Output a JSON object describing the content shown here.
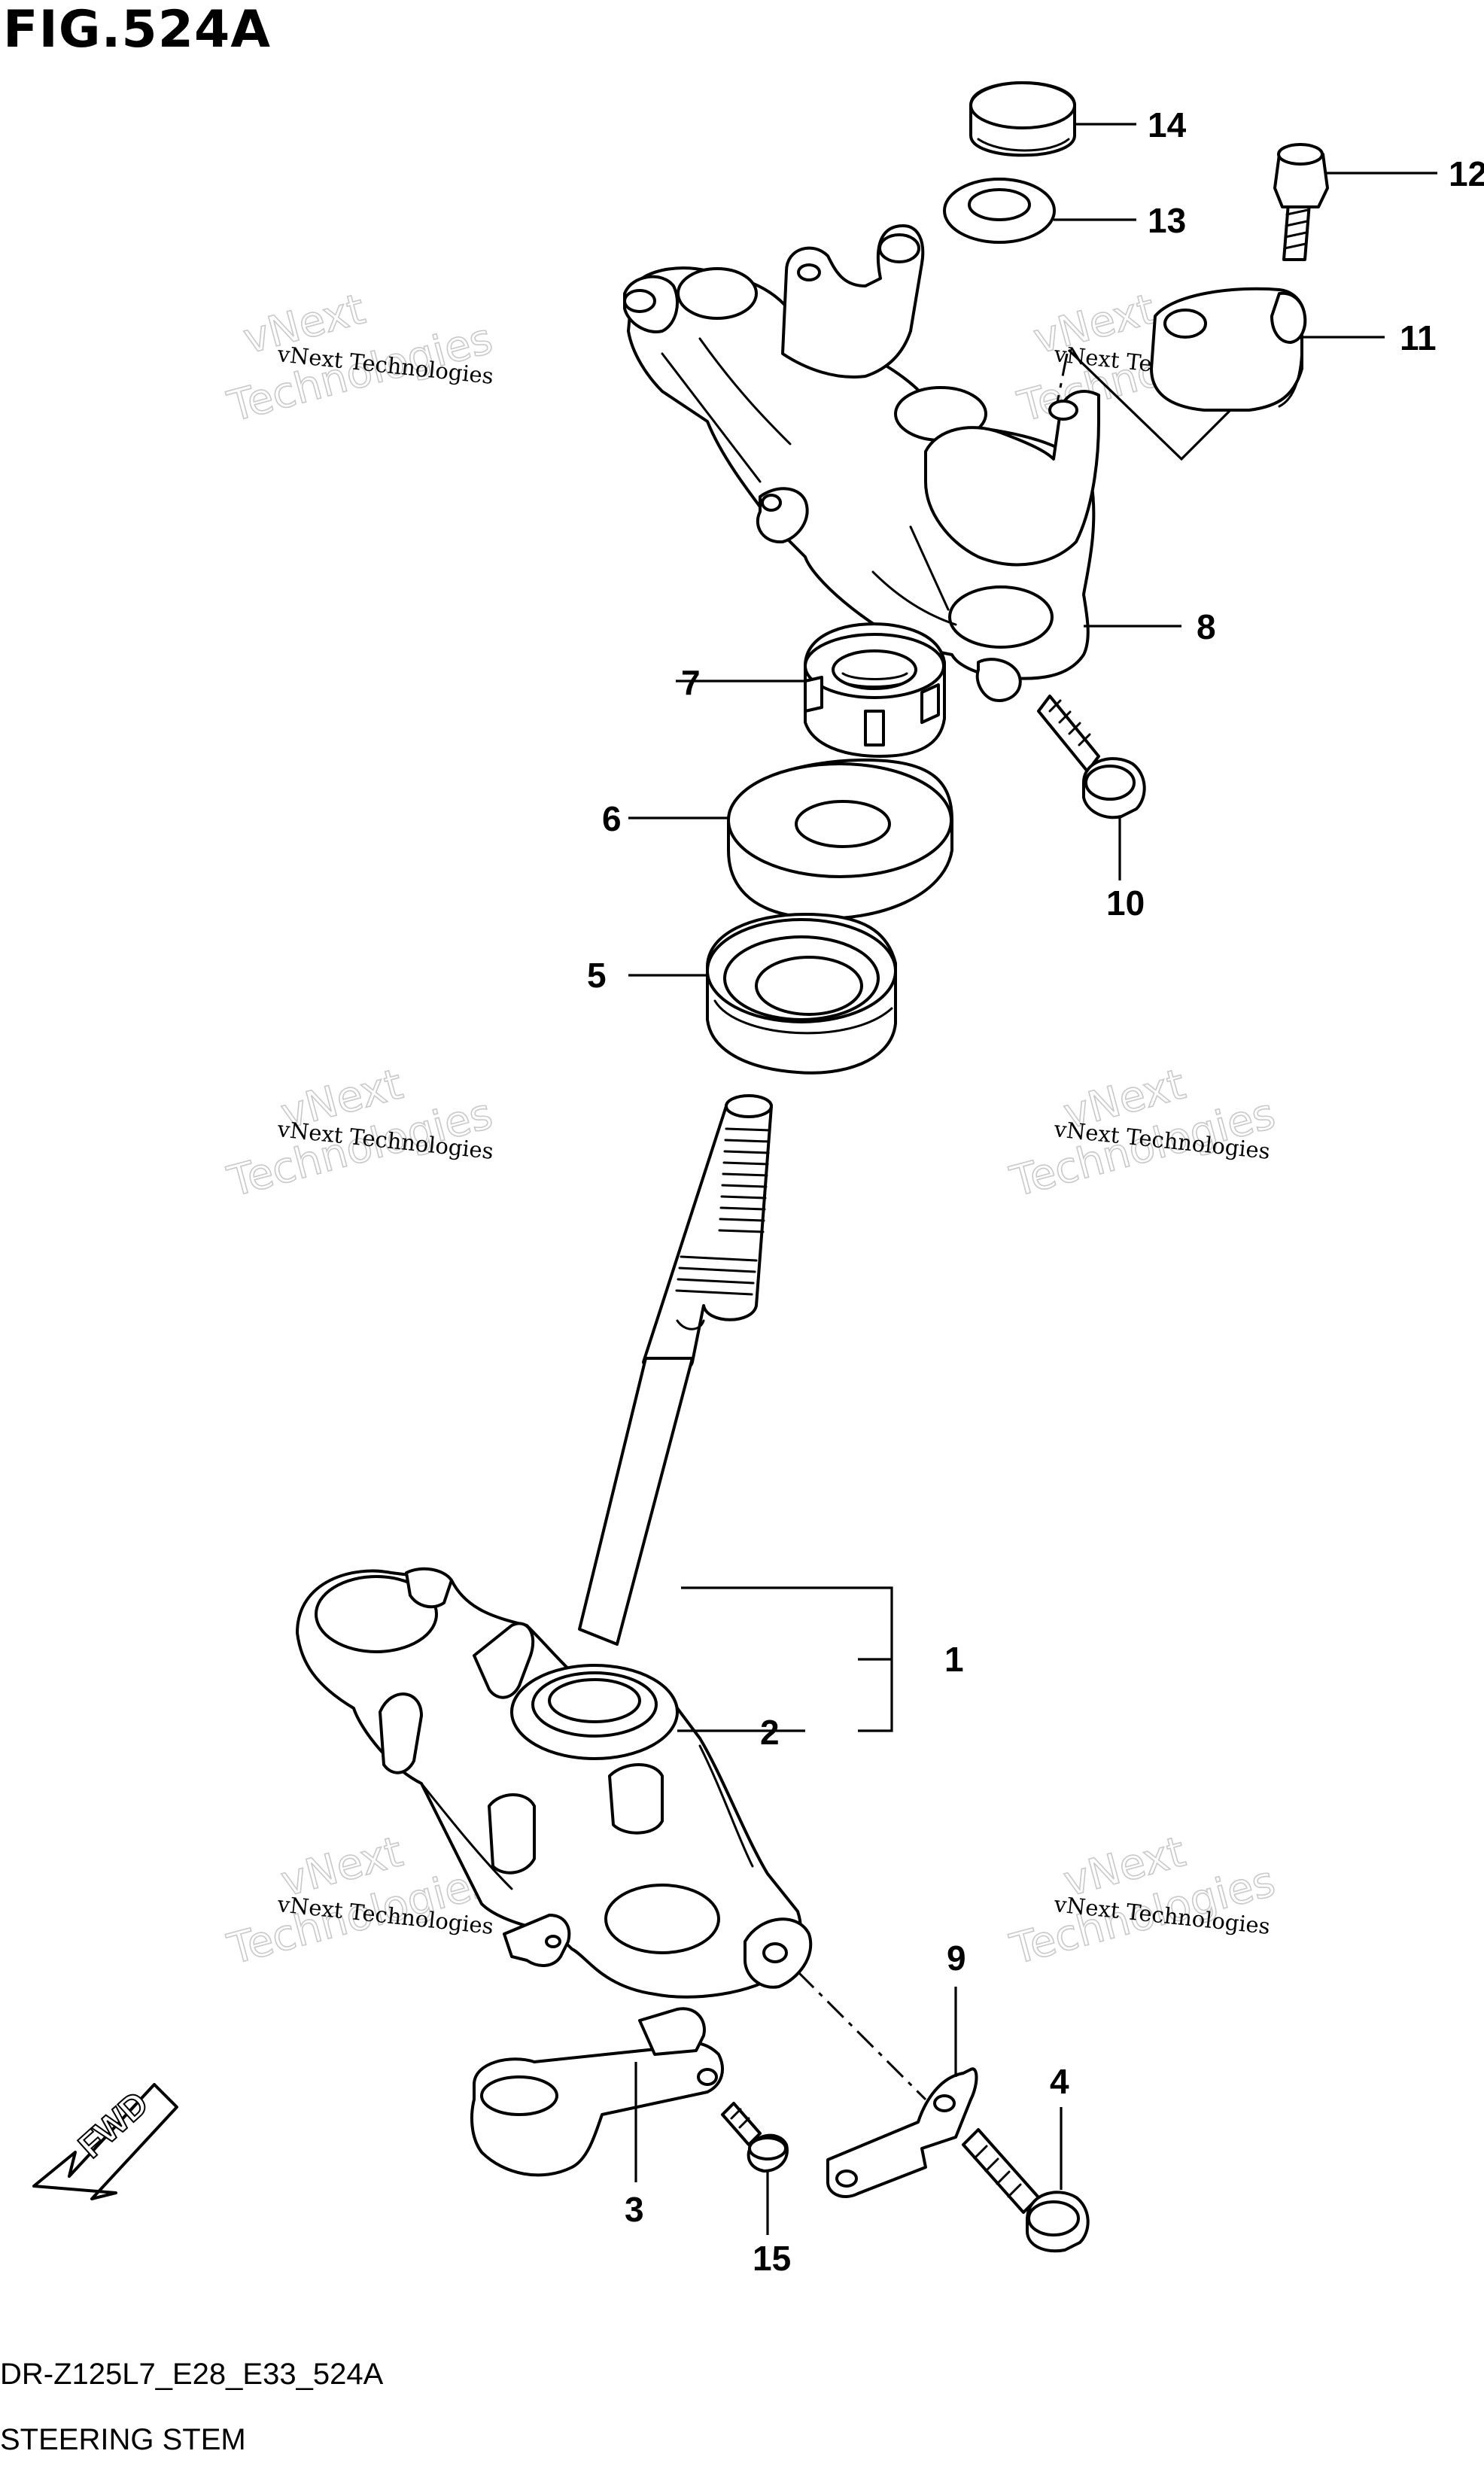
{
  "figure": {
    "title": "FIG.524A",
    "code": "DR-Z125L7_E28_E33_524A",
    "name": "STEERING STEM"
  },
  "watermark": {
    "small": "vNext Technologies",
    "big_top": "vNext",
    "big_bottom": "Technologies"
  },
  "direction_label": "FWD",
  "callouts": [
    "1",
    "2",
    "3",
    "4",
    "5",
    "6",
    "7",
    "8",
    "9",
    "10",
    "11",
    "12",
    "13",
    "14",
    "15"
  ]
}
